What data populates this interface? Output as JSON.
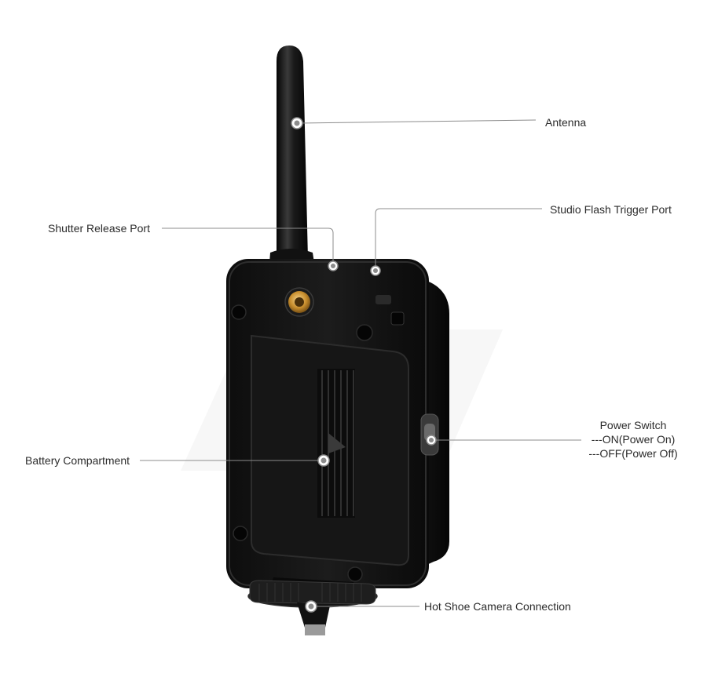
{
  "callouts": {
    "antenna": "Antenna",
    "studio_flash_trigger_port": "Studio Flash Trigger Port",
    "shutter_release_port": "Shutter Release Port",
    "battery_compartment": "Battery Compartment",
    "power_switch": {
      "title": "Power Switch",
      "on": "---ON(Power On)",
      "off": "---OFF(Power Off)"
    },
    "hot_shoe": "Hot Shoe Camera Connection"
  },
  "colors": {
    "body": "#141414",
    "label_text": "#2b2b2b",
    "leader_line": "#8c8c8c",
    "tripod_socket": "#d9a441"
  }
}
